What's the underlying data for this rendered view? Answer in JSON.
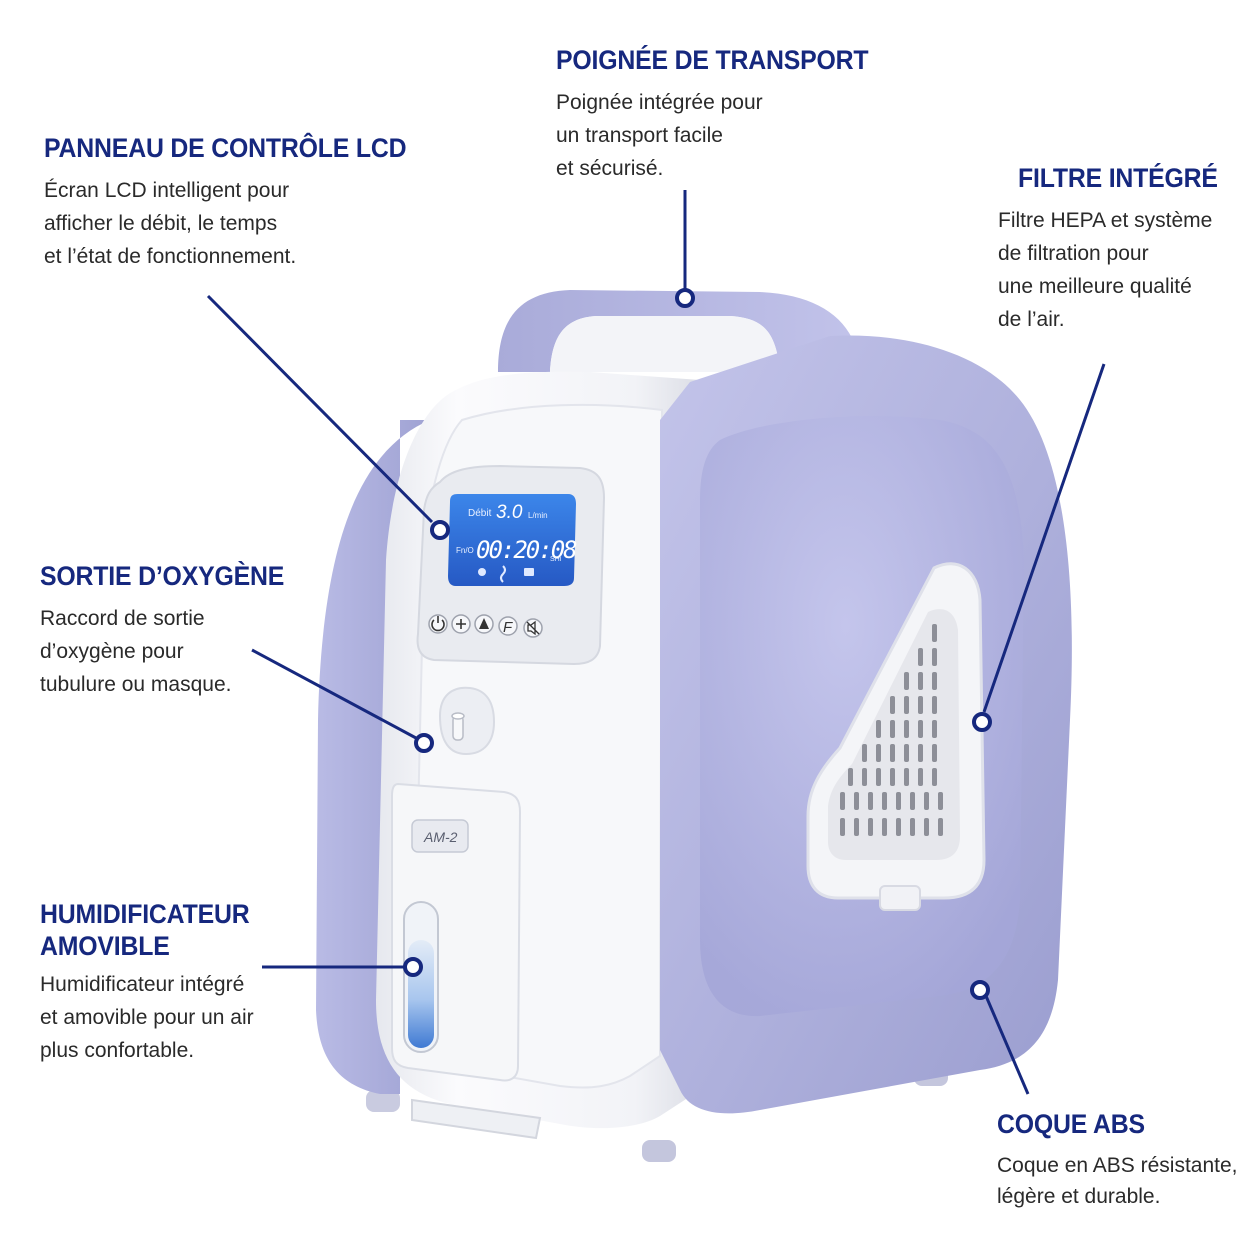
{
  "colors": {
    "accent": "#16287e",
    "body_lavender": "#aeb0dc",
    "panel_white": "#f3f4f7",
    "lcd_blue": "#2f6fd6"
  },
  "features": {
    "handle": {
      "title": "POIGNÉE DE TRANSPORT",
      "lines": [
        "Poignée intégrée pour",
        "un transport facile",
        "et sécurisé."
      ]
    },
    "lcd_panel": {
      "title": "PANNEAU DE CONTRÔLE LCD",
      "lines": [
        "Écran LCD intelligent pour",
        "afficher le débit, le temps",
        "et l’état de fonctionnement."
      ]
    },
    "filter": {
      "title": "FILTRE INTÉGRÉ",
      "lines": [
        "Filtre HEPA et système",
        "de filtration pour",
        "une meilleure qualité",
        "de l’air."
      ]
    },
    "oxygen_outlet": {
      "title": "SORTIE D’OXYGÈNE",
      "lines": [
        "Raccord de sortie",
        "d’oxygène pour",
        "tubulure ou masque."
      ]
    },
    "humidifier": {
      "title_line1": "HUMIDIFICATEUR",
      "title_line2": "AMOVIBLE",
      "lines": [
        "Humidificateur intégré",
        "et amovible pour un air",
        "plus confortable."
      ]
    },
    "shell": {
      "title": "COQUE ABS",
      "lines": [
        "Coque en ABS résistante,",
        "légère et durable."
      ]
    }
  },
  "device": {
    "lcd": {
      "flow_label": "Débit",
      "flow_value": "3.0",
      "flow_unit": "L/min",
      "timer": "00:20:08",
      "left_tag": "Fn/O",
      "right_tag": "SHi"
    },
    "buttons": [
      "power-icon",
      "plus-icon",
      "up-triangle-icon",
      "F",
      "mute-icon"
    ],
    "model": "AM-2"
  }
}
